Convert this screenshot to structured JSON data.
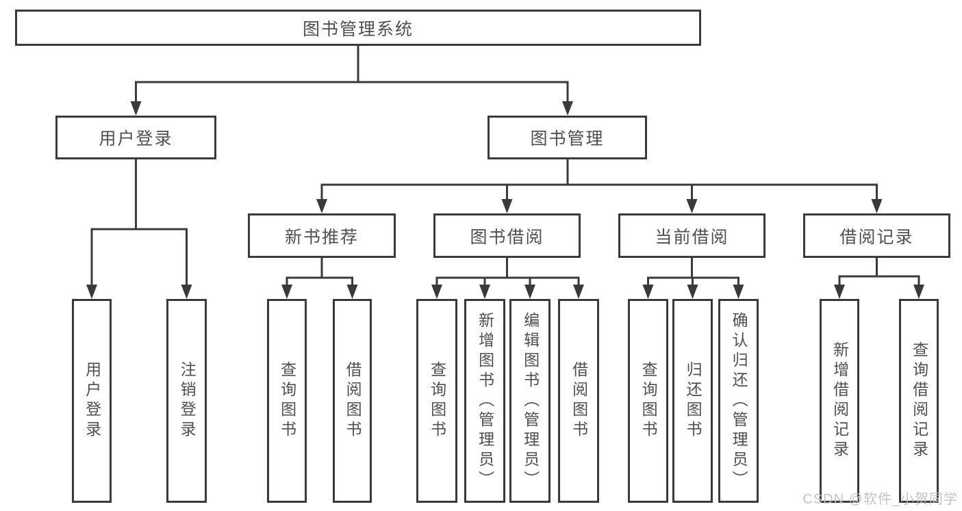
{
  "diagram": {
    "root": {
      "label": "图书管理系统"
    },
    "branches": [
      {
        "label": "用户登录",
        "children": [
          {
            "label": "用户登录"
          },
          {
            "label": "注销登录"
          }
        ]
      },
      {
        "label": "图书管理",
        "children": [
          {
            "label": "新书推荐",
            "children": [
              {
                "label": "查询图书"
              },
              {
                "label": "借阅图书"
              }
            ]
          },
          {
            "label": "图书借阅",
            "children": [
              {
                "label": "查询图书"
              },
              {
                "label": "新增图书（管理员）"
              },
              {
                "label": "编辑图书（管理员）"
              },
              {
                "label": "借阅图书"
              }
            ]
          },
          {
            "label": "当前借阅",
            "children": [
              {
                "label": "查询图书"
              },
              {
                "label": "归还图书"
              },
              {
                "label": "确认归还（管理员）"
              }
            ]
          },
          {
            "label": "借阅记录",
            "children": [
              {
                "label": "新增借阅记录"
              },
              {
                "label": "查询借阅记录"
              }
            ]
          }
        ]
      }
    ]
  },
  "watermark": {
    "text": "CSDN @软件_小贺同学"
  },
  "colors": {
    "line": "#3a3a3a",
    "box_border": "#3a3a3a",
    "text": "#4f4f4f",
    "watermark": "#c9baba",
    "background": "#ffffff"
  }
}
